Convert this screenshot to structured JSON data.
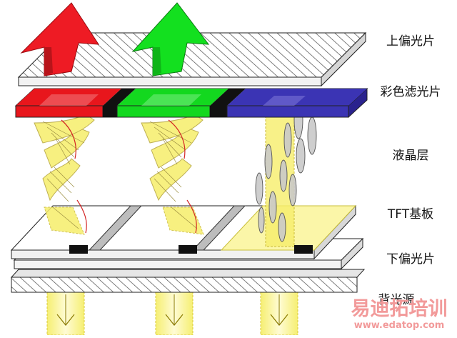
{
  "layers": [
    {
      "id": "upper-polarizer",
      "label": "上偏光片"
    },
    {
      "id": "color-filter",
      "label": "彩色滤光片"
    },
    {
      "id": "liquid-crystal",
      "label": "液晶层"
    },
    {
      "id": "tft-substrate",
      "label": "TFT基板"
    },
    {
      "id": "lower-polarizer",
      "label": "下偏光片"
    },
    {
      "id": "backlight",
      "label": "背光源"
    }
  ],
  "watermark": {
    "brand": "易迪拓培训",
    "url": "www.edatop.com"
  },
  "colors": {
    "red": "#e8161c",
    "green": "#13d81f",
    "blue": "#3b34b4",
    "yellow": "#f4ec5a",
    "panel_stroke": "#222222",
    "hatch": "#444444"
  }
}
